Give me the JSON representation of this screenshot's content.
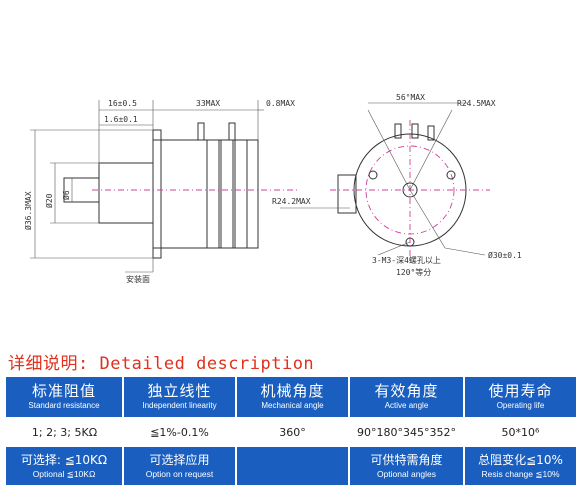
{
  "drawing": {
    "dims": {
      "d16": "16±0.5",
      "d1_6": "1.6±0.1",
      "d33": "33MAX",
      "d0_8": "0.8MAX",
      "dia36": "Ø36.3MAX",
      "dia20": "Ø20",
      "dia6": "Ø6",
      "mount": "安装面",
      "ang56": "56°MAX",
      "r24_5": "R24.5MAX",
      "r24_2": "R24.2MAX",
      "screw": "3-M3-深4螺孔以上",
      "dia30": "Ø30±0.1",
      "deg120": "120°等分"
    }
  },
  "heading": "详细说明: Detailed description",
  "table": {
    "headers": [
      {
        "cn": "标准阻值",
        "en": "Standard resistance"
      },
      {
        "cn": "独立线性",
        "en": "Independent linearity"
      },
      {
        "cn": "机械角度",
        "en": "Mechanical angle"
      },
      {
        "cn": "有效角度",
        "en": "Active angle"
      },
      {
        "cn": "使用寿命",
        "en": "Operating life"
      }
    ],
    "values": [
      "1; 2; 3; 5KΩ",
      "≦1%-0.1%",
      "360°",
      "90°180°345°352°",
      "50*10⁶"
    ],
    "footer": [
      {
        "cn": "可选择: ≦10KΩ",
        "en": "Optional ≦10KΩ"
      },
      {
        "cn": "可选择应用",
        "en": "Option on request"
      },
      {
        "cn": "",
        "en": ""
      },
      {
        "cn": "可供特需角度",
        "en": "Optional angles"
      },
      {
        "cn": "总阻变化≦10%",
        "en": "Resis change ≦10%"
      }
    ]
  }
}
